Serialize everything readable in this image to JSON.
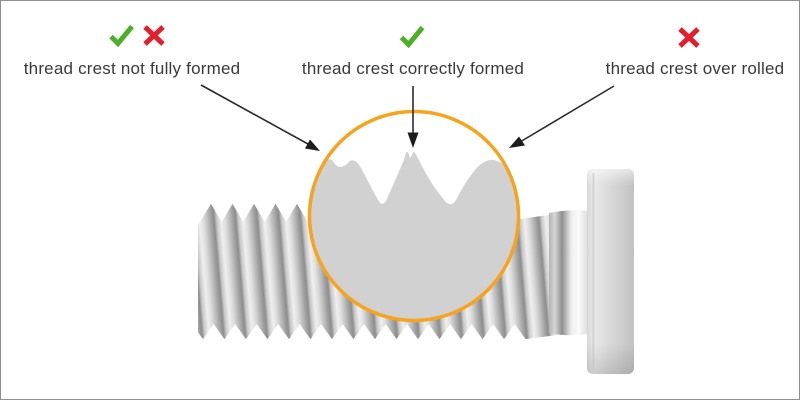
{
  "figure_type": "technical-annotation-diagram",
  "subject": "thread rolling quality on a bolt (magnified thread crest profiles)",
  "annotations": {
    "left": {
      "label": "thread crest not fully formed",
      "icons": [
        "check-icon",
        "cross-icon"
      ]
    },
    "center": {
      "label": "thread crest correctly formed",
      "icons": [
        "check-icon"
      ]
    },
    "right": {
      "label": "thread crest over rolled",
      "icons": [
        "cross-icon"
      ]
    }
  },
  "magnifier": {
    "shape": "circle",
    "ring_color": "#F6A41E",
    "fill_color": "#d1d1d1"
  },
  "colors": {
    "check_green": "#4CAF27",
    "cross_red": "#E31E2D",
    "accent_orange": "#F6A41E",
    "metal_light": "#ececec",
    "metal_dark": "#8e8e8e",
    "profile_gray": "#d1d1d1",
    "text": "#3a3a3a",
    "arrow": "#2b2b2b",
    "frame_border": "#8f8f8f"
  }
}
